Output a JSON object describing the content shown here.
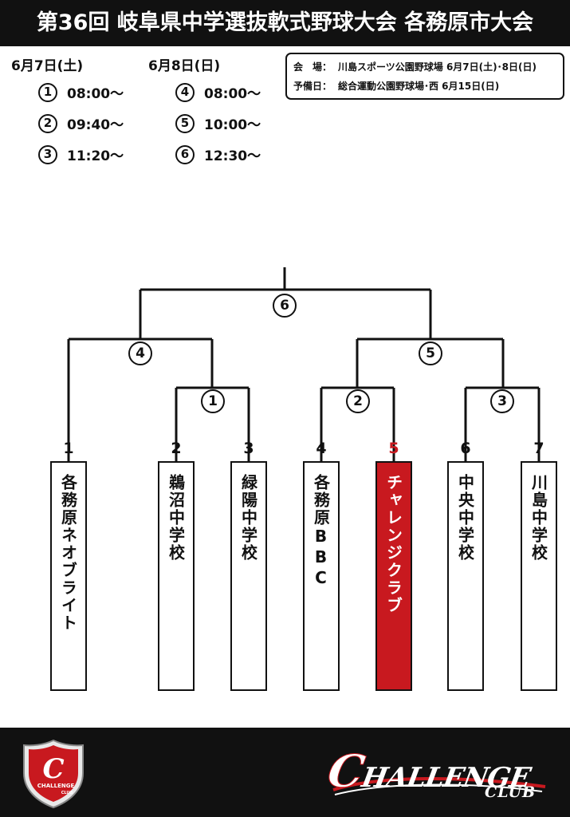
{
  "header": {
    "title": "第36回 岐阜県中学選抜軟式野球大会 各務原市大会"
  },
  "schedule": [
    {
      "date": "6月7日(土)",
      "slots": [
        {
          "num": "1",
          "time": "08:00〜"
        },
        {
          "num": "2",
          "time": "09:40〜"
        },
        {
          "num": "3",
          "time": "11:20〜"
        }
      ]
    },
    {
      "date": "6月8日(日)",
      "slots": [
        {
          "num": "4",
          "time": "08:00〜"
        },
        {
          "num": "5",
          "time": "10:00〜"
        },
        {
          "num": "6",
          "time": "12:30〜"
        }
      ]
    }
  ],
  "venue": {
    "main_label": "会　場：",
    "main_value": "川島スポーツ公園野球場 6月7日(土)･8日(日)",
    "reserve_label": "予備日：",
    "reserve_value": "総合運動公園野球場･西 6月15日(日)"
  },
  "bracket": {
    "rounds": {
      "r1": "1",
      "r2": "2",
      "r3": "3",
      "r4": "4",
      "r5": "5",
      "r6": "6"
    },
    "teams": [
      {
        "seed": "1",
        "name": "各務原ネオブライト"
      },
      {
        "seed": "2",
        "name": "鵜沼中学校"
      },
      {
        "seed": "3",
        "name": "緑陽中学校"
      },
      {
        "seed": "4",
        "name": "各務原BBC"
      },
      {
        "seed": "5",
        "name": "チャレンジクラブ"
      },
      {
        "seed": "6",
        "name": "中央中学校"
      },
      {
        "seed": "7",
        "name": "川島中学校"
      }
    ],
    "highlight_color": "#c8191f"
  },
  "footer": {
    "shield_letter": "C",
    "shield_text": "CHALLENGE",
    "shield_subtext": "CLUB",
    "brand_initial": "C",
    "brand_rest": "HALLENGE",
    "brand_sub": "CLUB"
  }
}
